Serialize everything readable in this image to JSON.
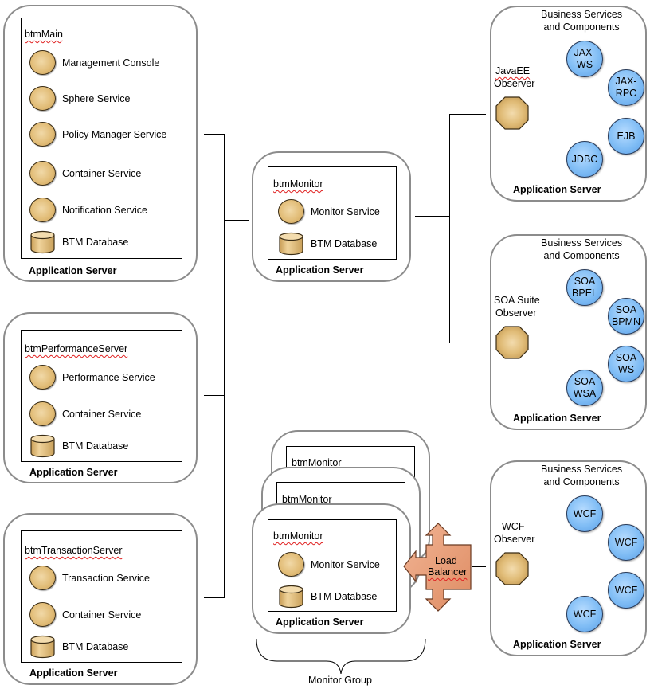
{
  "colors": {
    "server_border": "#8c8c8c",
    "service_icon": "#e2bd78",
    "component_circle": "#80bdf5",
    "load_balancer": "#e8a07a",
    "spellcheck_underline": "#e02020"
  },
  "left_servers": [
    {
      "name": "btmMain",
      "server_label": "Application Server",
      "items": [
        {
          "icon": "service-icon",
          "label": "Management Console"
        },
        {
          "icon": "service-icon",
          "label": "Sphere Service"
        },
        {
          "icon": "service-icon",
          "label": "Policy Manager Service"
        },
        {
          "icon": "service-icon",
          "label": "Container Service"
        },
        {
          "icon": "service-icon",
          "label": "Notification Service"
        },
        {
          "icon": "database-icon",
          "label": "BTM Database"
        }
      ]
    },
    {
      "name": "btmPerformanceServer",
      "server_label": "Application Server",
      "items": [
        {
          "icon": "service-icon",
          "label": "Performance Service"
        },
        {
          "icon": "service-icon",
          "label": "Container Service"
        },
        {
          "icon": "database-icon",
          "label": "BTM Database"
        }
      ]
    },
    {
      "name": "btmTransactionServer",
      "server_label": "Application Server",
      "items": [
        {
          "icon": "service-icon",
          "label": "Transaction Service"
        },
        {
          "icon": "service-icon",
          "label": "Container Service"
        },
        {
          "icon": "database-icon",
          "label": "BTM Database"
        }
      ]
    }
  ],
  "monitor_server": {
    "name": "btmMonitor",
    "server_label": "Application Server",
    "items": [
      {
        "icon": "service-icon",
        "label": "Monitor Service"
      },
      {
        "icon": "database-icon",
        "label": "BTM Database"
      }
    ]
  },
  "monitor_group": {
    "label": "Monitor Group",
    "stack_titles": [
      "btmMonitor",
      "btmMonitor"
    ],
    "front": {
      "name": "btmMonitor",
      "server_label": "Application Server",
      "items": [
        {
          "icon": "service-icon",
          "label": "Monitor Service"
        },
        {
          "icon": "database-icon",
          "label": "BTM Database"
        }
      ]
    }
  },
  "load_balancer": {
    "label_line1": "Load",
    "label_line2": "Balancer"
  },
  "right_servers": [
    {
      "header": "Business Services\nand Components",
      "observer": "JavaEE\nObserver",
      "observer_line1": "JavaEE",
      "observer_line2": "Observer",
      "components": [
        "JAX-\nWS",
        "JAX-\nRPC",
        "EJB",
        "JDBC"
      ],
      "server_label": "Application Server"
    },
    {
      "header": "Business Services\nand Components",
      "observer_line1": "SOA Suite",
      "observer_line2": "Observer",
      "components": [
        "SOA\nBPEL",
        "SOA\nBPMN",
        "SOA\nWS",
        "SOA\nWSA"
      ],
      "server_label": "Application Server"
    },
    {
      "header": "Business Services\nand Components",
      "observer_line1": "WCF",
      "observer_line2": "Observer",
      "components": [
        "WCF",
        "WCF",
        "WCF",
        "WCF"
      ],
      "server_label": "Application Server"
    }
  ]
}
